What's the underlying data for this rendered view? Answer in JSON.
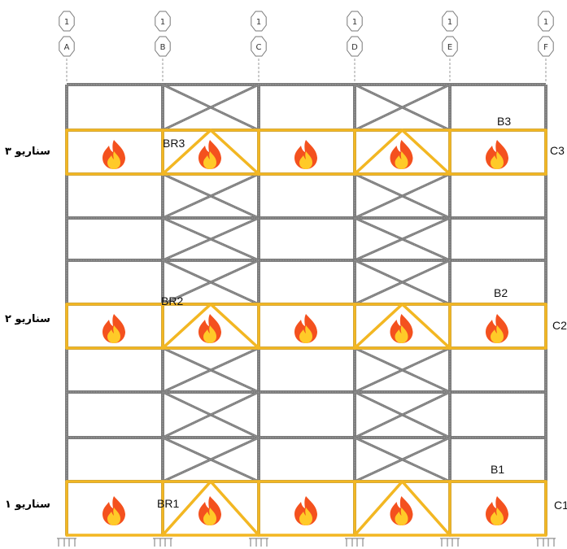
{
  "grid_lines": [
    {
      "top": "1",
      "bottom": "A"
    },
    {
      "top": "1",
      "bottom": "B"
    },
    {
      "top": "1",
      "bottom": "C"
    },
    {
      "top": "1",
      "bottom": "D"
    },
    {
      "top": "1",
      "bottom": "E"
    },
    {
      "top": "1",
      "bottom": "F"
    }
  ],
  "scenarios": [
    {
      "label": "سناریو ۳",
      "brace": "BR3",
      "beam": "B3",
      "column": "C3"
    },
    {
      "label": "سناریو ۲",
      "brace": "BR2",
      "beam": "B2",
      "column": "C2"
    },
    {
      "label": "سناریو ۱",
      "brace": "BR1",
      "beam": "B1",
      "column": "C1"
    }
  ],
  "fire_icon": "fire-icon",
  "colors": {
    "steel": "#7a7a7a",
    "highlight": "#f3b722",
    "fire_outer": "#f4511e",
    "fire_inner": "#ffca28"
  }
}
